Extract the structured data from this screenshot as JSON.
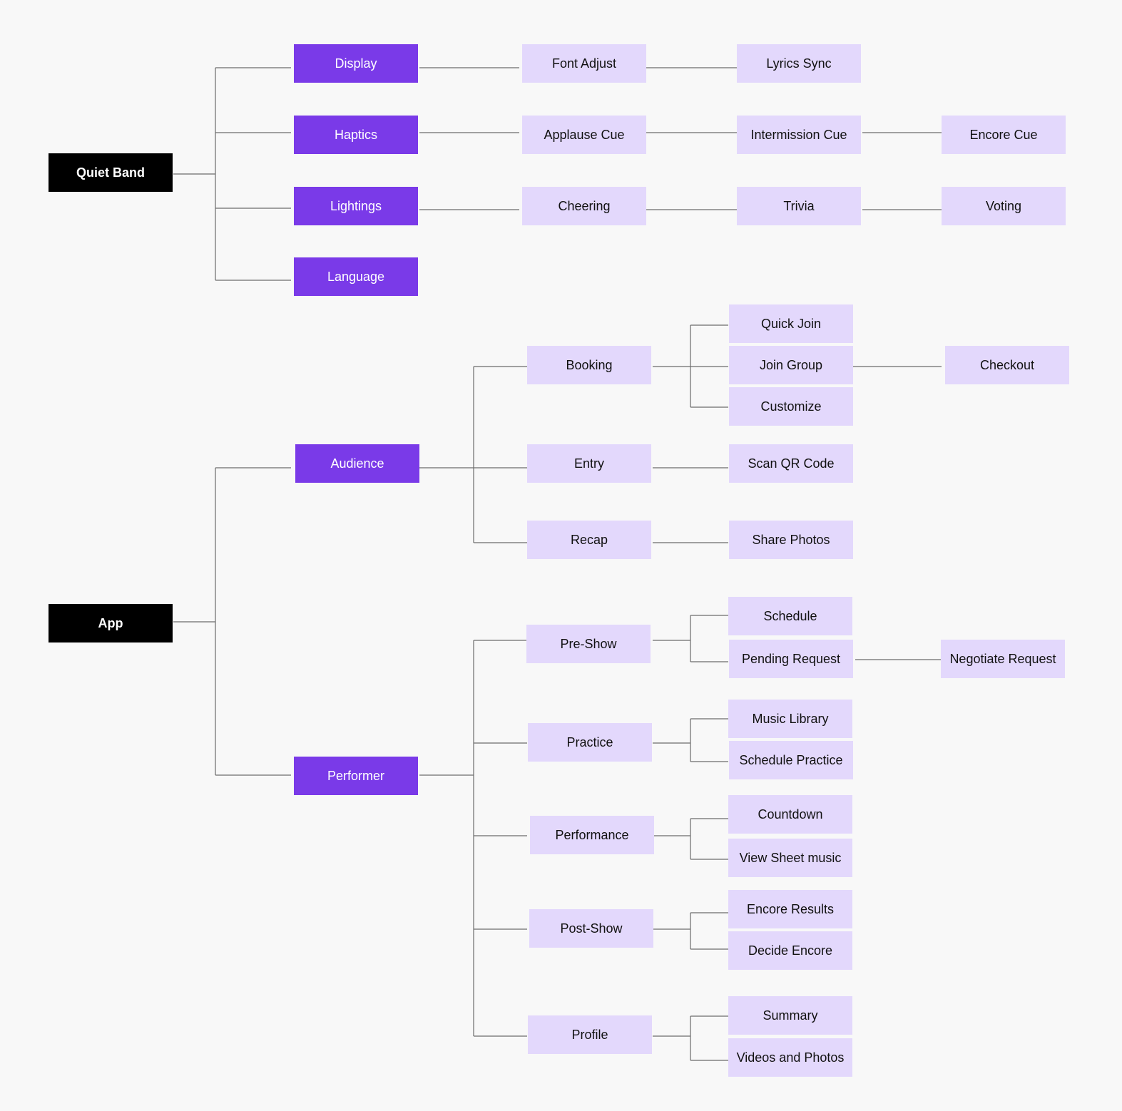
{
  "colors": {
    "root": "#000000",
    "category": "#7a3ae8",
    "leaf": "#e3d8fc",
    "connector": "#6b6b6b",
    "background": "#f8f8f8"
  },
  "trees": {
    "quiet_band": {
      "label": "Quiet Band",
      "display": {
        "label": "Display",
        "font_adjust": "Font Adjust",
        "lyrics_sync": "Lyrics Sync"
      },
      "haptics": {
        "label": "Haptics",
        "applause_cue": "Applause Cue",
        "intermission_cue": "Intermission Cue",
        "encore_cue": "Encore Cue"
      },
      "lightings": {
        "label": "Lightings",
        "cheering": "Cheering",
        "trivia": "Trivia",
        "voting": "Voting"
      },
      "language": {
        "label": "Language"
      }
    },
    "app": {
      "label": "App",
      "audience": {
        "label": "Audience",
        "booking": {
          "label": "Booking",
          "quick_join": "Quick Join",
          "join_group": "Join Group",
          "checkout": "Checkout",
          "customize": "Customize"
        },
        "entry": {
          "label": "Entry",
          "scan_qr_code": "Scan QR Code"
        },
        "recap": {
          "label": "Recap",
          "share_photos": "Share Photos"
        }
      },
      "performer": {
        "label": "Performer",
        "pre_show": {
          "label": "Pre-Show",
          "schedule": "Schedule",
          "pending_request": "Pending Request",
          "negotiate_request": "Negotiate Request"
        },
        "practice": {
          "label": "Practice",
          "music_library": "Music Library",
          "schedule_practice": "Schedule Practice"
        },
        "performance": {
          "label": "Performance",
          "countdown": "Countdown",
          "view_sheet_music": "View Sheet music"
        },
        "post_show": {
          "label": "Post-Show",
          "encore_results": "Encore Results",
          "decide_encore": "Decide Encore"
        },
        "profile": {
          "label": "Profile",
          "summary": "Summary",
          "videos_and_photos": "Videos and Photos"
        }
      }
    }
  }
}
